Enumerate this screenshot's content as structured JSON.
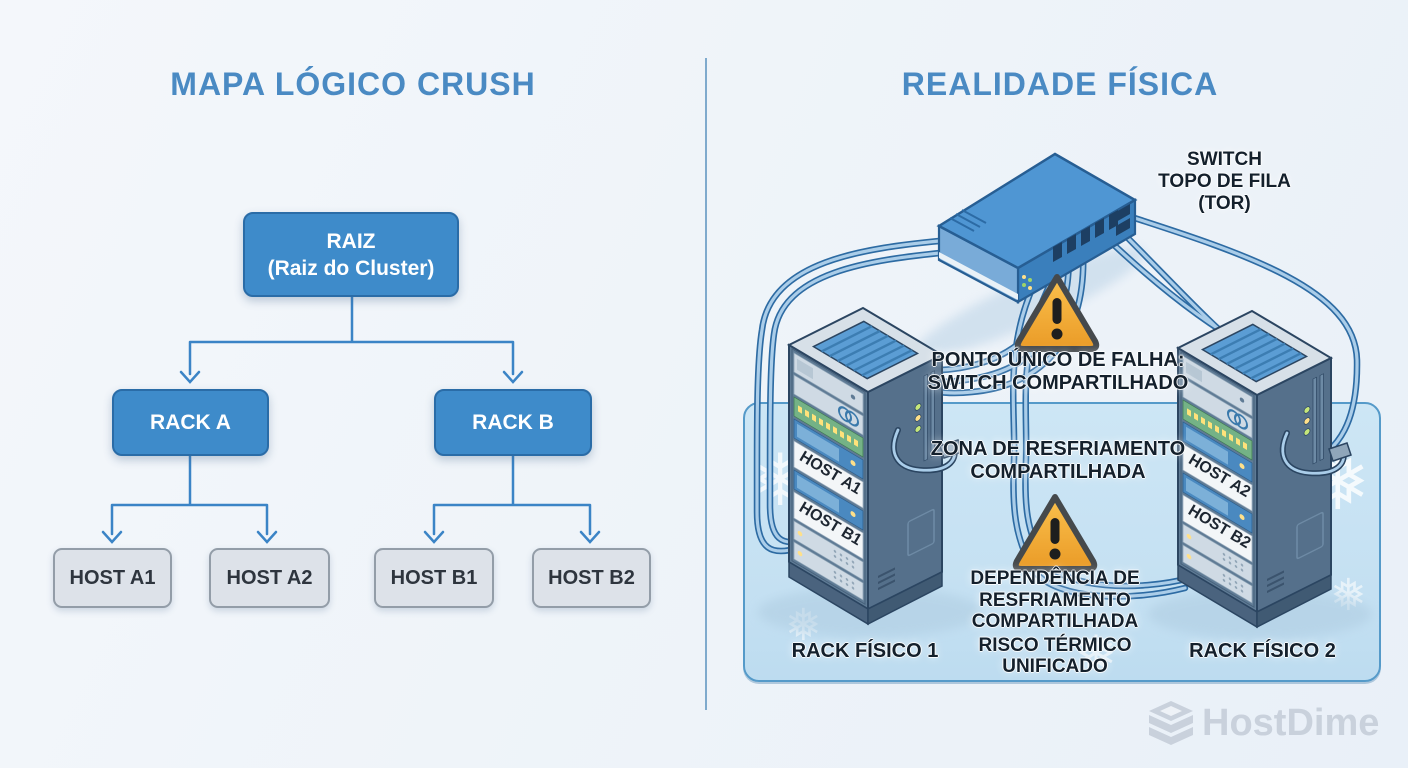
{
  "left_panel": {
    "title": "MAPA LÓGICO CRUSH",
    "root": {
      "line1": "RAIZ",
      "line2": "(Raiz do Cluster)"
    },
    "rack_a": "RACK A",
    "rack_b": "RACK B",
    "hosts": [
      "HOST A1",
      "HOST A2",
      "HOST B1",
      "HOST B2"
    ]
  },
  "right_panel": {
    "title": "REALIDADE FÍSICA",
    "switch_label": {
      "line1": "SWITCH",
      "line2": "TOPO DE FILA",
      "line3": "(TOR)"
    },
    "warning1": {
      "line1": "PONTO ÚNICO DE FALHA:",
      "line2": "SWITCH COMPARTILHADO"
    },
    "cooling_zone": {
      "line1": "ZONA DE RESFRIAMENTO",
      "line2": "COMPARTILHADA"
    },
    "warning2": {
      "lines": [
        "DEPENDÊNCIA DE",
        "RESFRIAMENTO",
        "COMPARTILHADA",
        "RISCO TÉRMICO",
        "UNIFICADO"
      ]
    },
    "rack1": {
      "label": "RACK FÍSICO 1",
      "hosts": [
        "HOST A1",
        "HOST B1"
      ]
    },
    "rack2": {
      "label": "RACK FÍSICO 2",
      "hosts": [
        "HOST A2",
        "HOST B2"
      ]
    }
  },
  "watermark": {
    "text": "HostDime"
  },
  "icons": {
    "snowflake_char": "❅",
    "warning_char": "!"
  },
  "colors": {
    "title_blue": "#4a8ac3",
    "node_blue": "#3e8bca",
    "connector_blue": "#3b84c6",
    "host_gray": "#dde2e9",
    "warning_orange": "#f3a835",
    "zone_blue": "#c9e3f4",
    "dark_text": "#14202c",
    "watermark_gray": "#c9d1dc"
  }
}
